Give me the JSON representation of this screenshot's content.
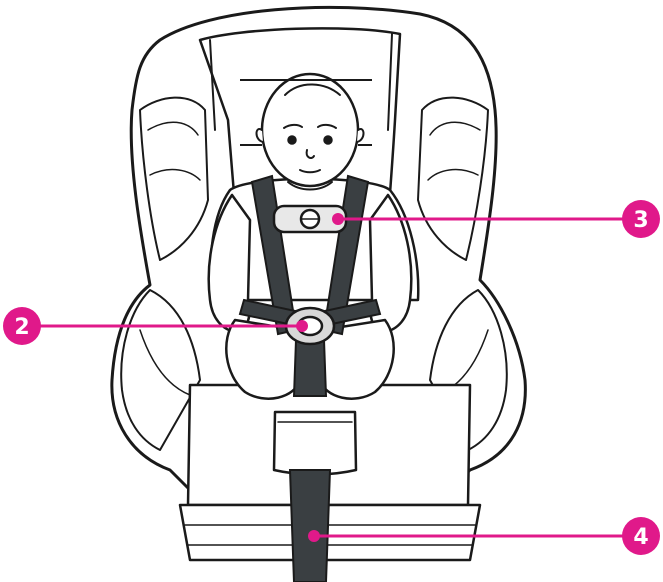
{
  "figure": {
    "background": "#ffffff",
    "line_color": "#1a1a1a",
    "strap_color": "#3a3f42",
    "accent_color": "#e0198a"
  },
  "callouts": [
    {
      "label": "2",
      "target": "harness-buckle"
    },
    {
      "label": "3",
      "target": "chest-clip"
    },
    {
      "label": "4",
      "target": "crotch-strap"
    }
  ]
}
